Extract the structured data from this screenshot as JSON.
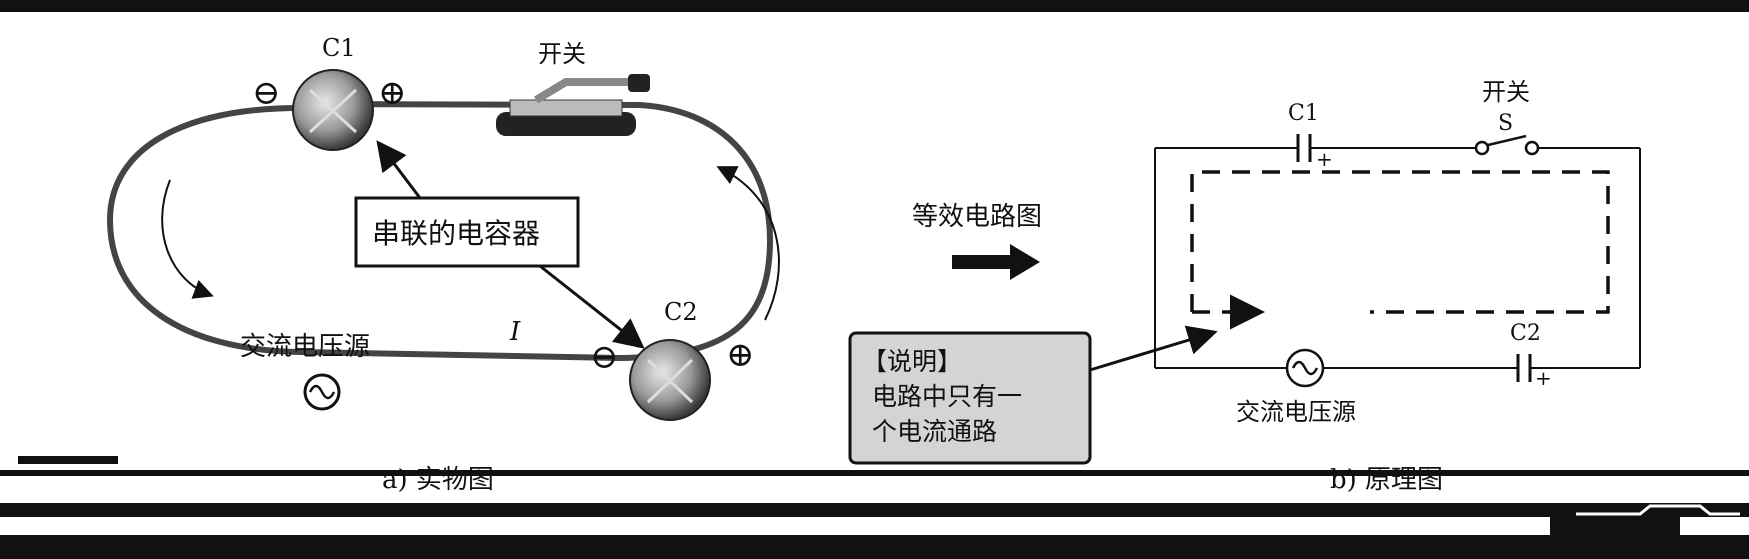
{
  "left": {
    "cap1_label": "C1",
    "cap2_label": "C2",
    "switch_label": "开关",
    "callout": "串联的电容器",
    "source_label": "交流电压源",
    "current_label": "I",
    "minus_symbol": "⊖",
    "plus_symbol": "⊕",
    "caption": "a) 实物图"
  },
  "middle": {
    "arrow_label": "等效电路图"
  },
  "right": {
    "cap1_label": "C1",
    "cap2_label": "C2",
    "switch_label": "开关",
    "switch_symbol": "S",
    "plus_sign": "+",
    "source_label": "交流电压源",
    "note_title": "【说明】",
    "note_line1": "电路中只有一",
    "note_line2": "个电流通路",
    "caption": "b) 原理图"
  }
}
